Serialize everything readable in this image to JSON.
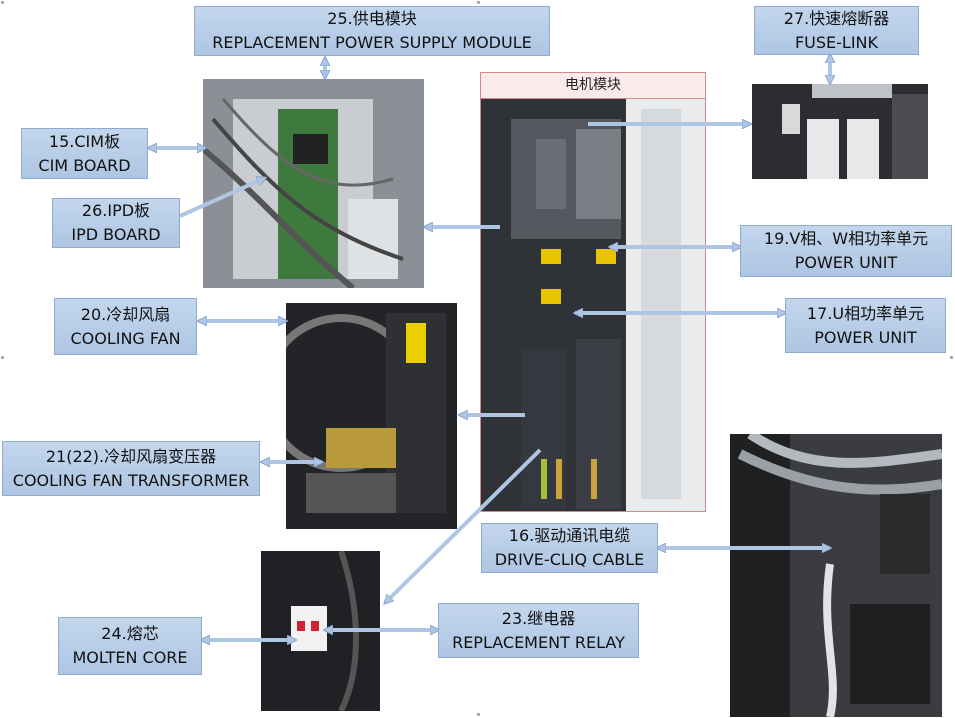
{
  "labels": {
    "l25": {
      "zh": "25.供电模块",
      "en": "REPLACEMENT POWER SUPPLY MODULE"
    },
    "l27": {
      "zh": "27.快速熔断器",
      "en": "FUSE-LINK"
    },
    "l15": {
      "zh": "15.CIM板",
      "en": "CIM BOARD"
    },
    "l26": {
      "zh": "26.IPD板",
      "en": "IPD BOARD"
    },
    "l19": {
      "zh": "19.V相、W相功率单元",
      "en": "POWER UNIT"
    },
    "l20": {
      "zh": "20.冷却风扇",
      "en": "COOLING FAN"
    },
    "l17": {
      "zh": "17.U相功率单元",
      "en": "POWER UNIT"
    },
    "l21": {
      "zh": "21(22).冷却风扇变压器",
      "en": "COOLING FAN TRANSFORMER"
    },
    "l16": {
      "zh": "16.驱动通讯电缆",
      "en": "DRIVE-CLIQ CABLE"
    },
    "l24": {
      "zh": "24.熔芯",
      "en": "MOLTEN CORE"
    },
    "l23": {
      "zh": "23.继电器",
      "en": "REPLACEMENT RELAY"
    }
  },
  "motor_module": {
    "title": "电机模块"
  },
  "colors": {
    "label_bg": "#b7cde8",
    "arrow": "#aec6e3",
    "frame_border": "#cf8a8a"
  }
}
